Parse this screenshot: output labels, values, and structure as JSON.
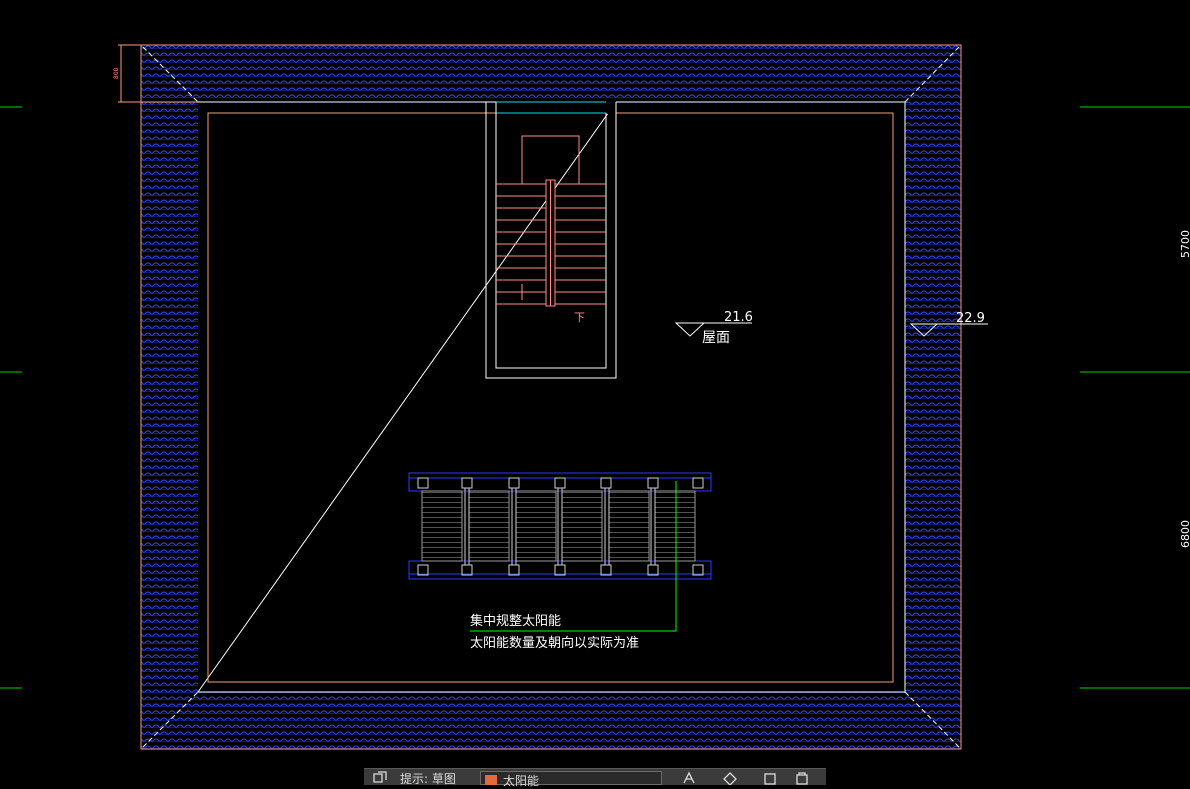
{
  "drawing": {
    "stair_direction_label": "下",
    "roof_level": {
      "value": "21.6",
      "label": "屋面"
    },
    "parapet_level": {
      "value": "22.9"
    },
    "solar_note": {
      "line1": "集中规整太阳能",
      "line2": "太阳能数量及朝向以实际为准"
    },
    "right_dimensions": [
      "5700",
      "6800"
    ],
    "eave_dimension": "800"
  },
  "toolbar": {
    "status_text": "提示: 草图",
    "layer_name": "太阳能"
  },
  "colors": {
    "tile": "#2a3cff",
    "tile_arc": "#3050ff",
    "outline": "#ff9a78",
    "wall": "#ffffff",
    "stair": "#ff8c8c",
    "grid_line": "#00d000",
    "leader": "#00ff00",
    "text": "#ffffff"
  }
}
